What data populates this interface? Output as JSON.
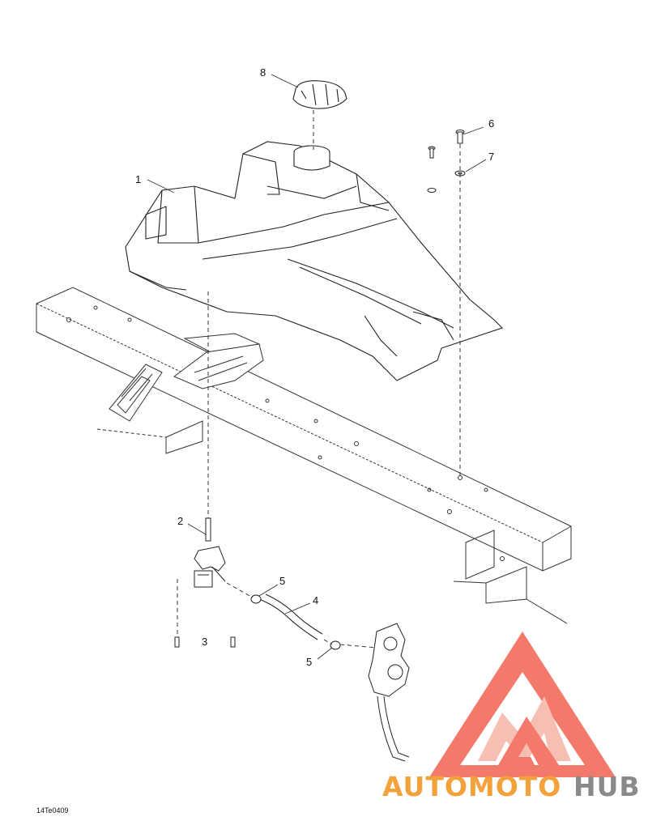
{
  "diagram": {
    "callouts": {
      "c1": "1",
      "c2": "2",
      "c3": "3",
      "c4": "4",
      "c5a": "5",
      "c5b": "5",
      "c6": "6",
      "c7": "7",
      "c8": "8"
    },
    "figure_code": "14Te0409"
  },
  "watermark": {
    "part1": "AUTOMOTO",
    "part2": "HUB",
    "color_primary": "#f26b5b",
    "color_light": "#f7b9ac",
    "color_accent": "#f3a23b",
    "color_gray": "#8a8a8a"
  }
}
